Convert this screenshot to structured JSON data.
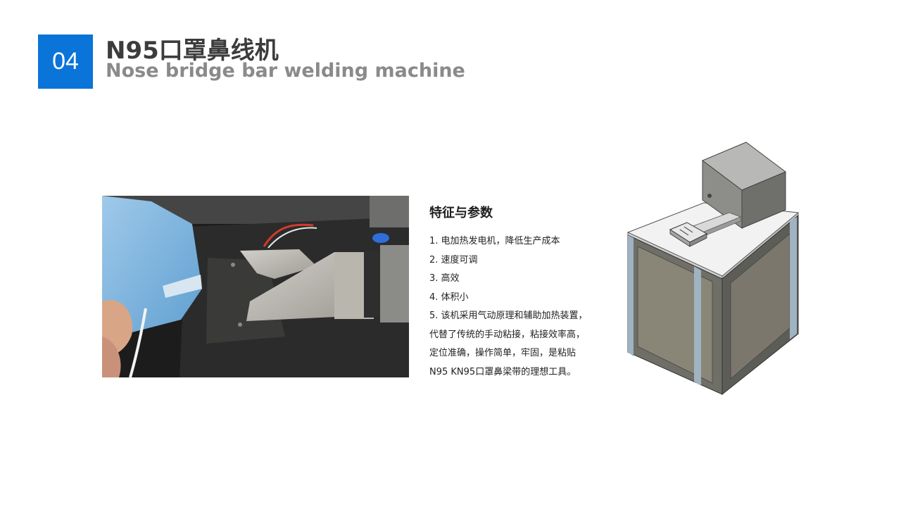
{
  "header": {
    "number": "04",
    "title_cn": "N95口罩鼻线机",
    "title_en": "Nose bridge bar welding machine"
  },
  "features": {
    "title": "特征与参数",
    "items": [
      "1. 电加热发电机，降低生产成本",
      "2. 速度可调",
      "3. 高效",
      "4. 体积小",
      "5. 该机采用气动原理和辅助加热装置，",
      "代替了传统的手动粘接，粘接效率高，",
      "定位准确，操作简单，牢固，是粘贴",
      "N95 KN95口罩鼻梁带的理想工具。"
    ]
  },
  "colors": {
    "accent": "#0a74d9",
    "title": "#3c3c3c",
    "subtitle": "#8a8a8a"
  }
}
